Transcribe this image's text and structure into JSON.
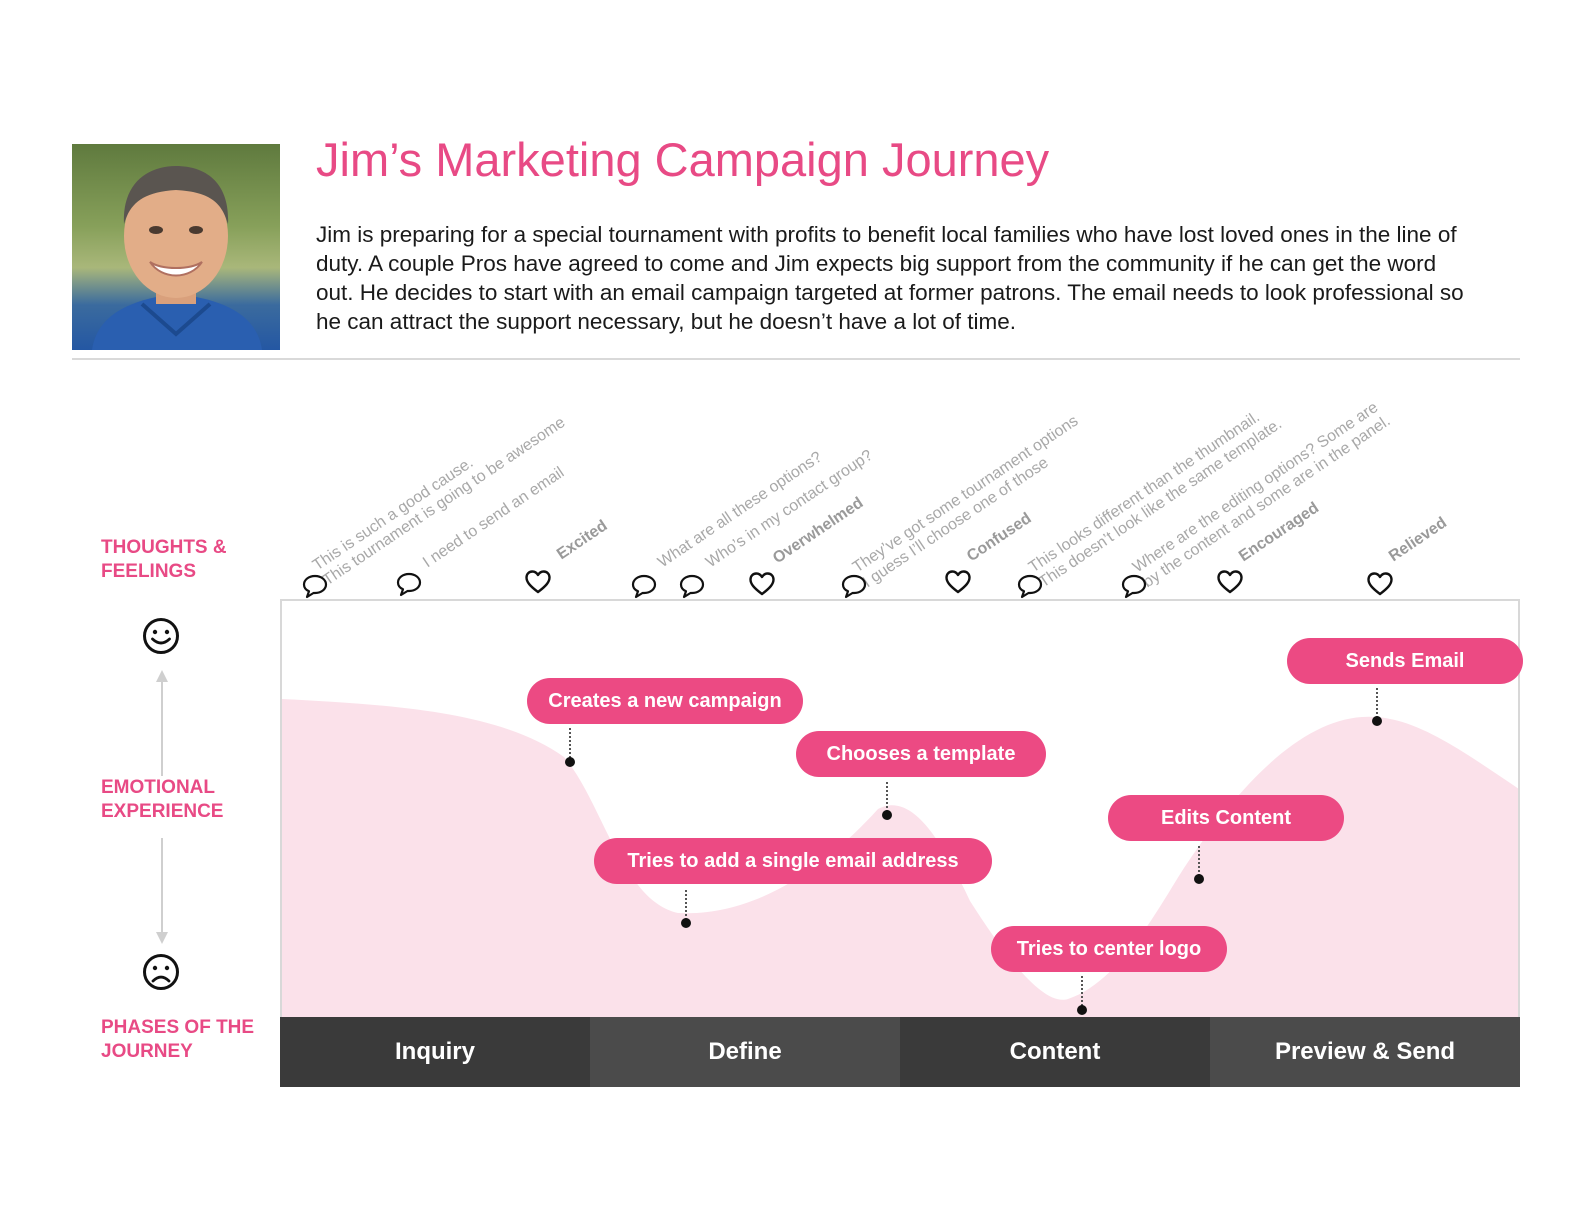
{
  "header": {
    "title": "Jim’s Marketing Campaign Journey",
    "intro": "Jim is preparing for a special tournament with profits to benefit local families who have lost loved ones in the line of duty. A couple Pros have agreed to come and Jim expects big support from the community if he can get the word out. He decides to start with an email campaign targeted at former patrons. The email needs to look professional so he can attract the support necessary, but he doesn’t have a lot of time."
  },
  "labels": {
    "thoughts": "THOUGHTS &\nFEELINGS",
    "emotional": "EMOTIONAL\nEXPERIENCE",
    "phases": "PHASES OF THE\nJOURNEY"
  },
  "thoughts": [
    {
      "text": "This is such a good cause.\nThis tournament is going to be awesome",
      "icon": "speech-bubble-icon"
    },
    {
      "text": "I need to send an email",
      "icon": "speech-bubble-icon"
    },
    {
      "text": "What are all these options?",
      "icon": "speech-bubble-icon"
    },
    {
      "text": "Who’s in my contact group?",
      "icon": "speech-bubble-icon"
    },
    {
      "text": "They’ve got some tournament options\nI guess I’ll choose one of those",
      "icon": "speech-bubble-icon"
    },
    {
      "text": "This looks different than the thumbnail.\nThis doesn’t look like the same template.",
      "icon": "speech-bubble-icon"
    },
    {
      "text": "Where are the editing options? Some are\nby the content and some are in the panel.",
      "icon": "speech-bubble-icon"
    }
  ],
  "feelings": [
    {
      "text": "Excited",
      "icon": "heart-icon"
    },
    {
      "text": "Overwhelmed",
      "icon": "heart-icon"
    },
    {
      "text": "Confused",
      "icon": "heart-icon"
    },
    {
      "text": "Encouraged",
      "icon": "heart-icon"
    },
    {
      "text": "Relieved",
      "icon": "heart-icon"
    }
  ],
  "events": [
    {
      "label": "Creates a new campaign"
    },
    {
      "label": "Tries to add a single email address"
    },
    {
      "label": "Chooses a template"
    },
    {
      "label": "Tries to center logo"
    },
    {
      "label": "Edits Content"
    },
    {
      "label": "Sends Email"
    }
  ],
  "phases": [
    "Inquiry",
    "Define",
    "Content",
    "Preview & Send"
  ],
  "colors": {
    "accent": "#e84a85",
    "pill": "#ec4a83",
    "curve_fill": "#fbe1ea",
    "phase_dark": "#3a3a3a",
    "phase_light": "#4b4b4b"
  },
  "icons": {
    "happy": "smiley-face-icon",
    "sad": "frowning-face-icon"
  }
}
